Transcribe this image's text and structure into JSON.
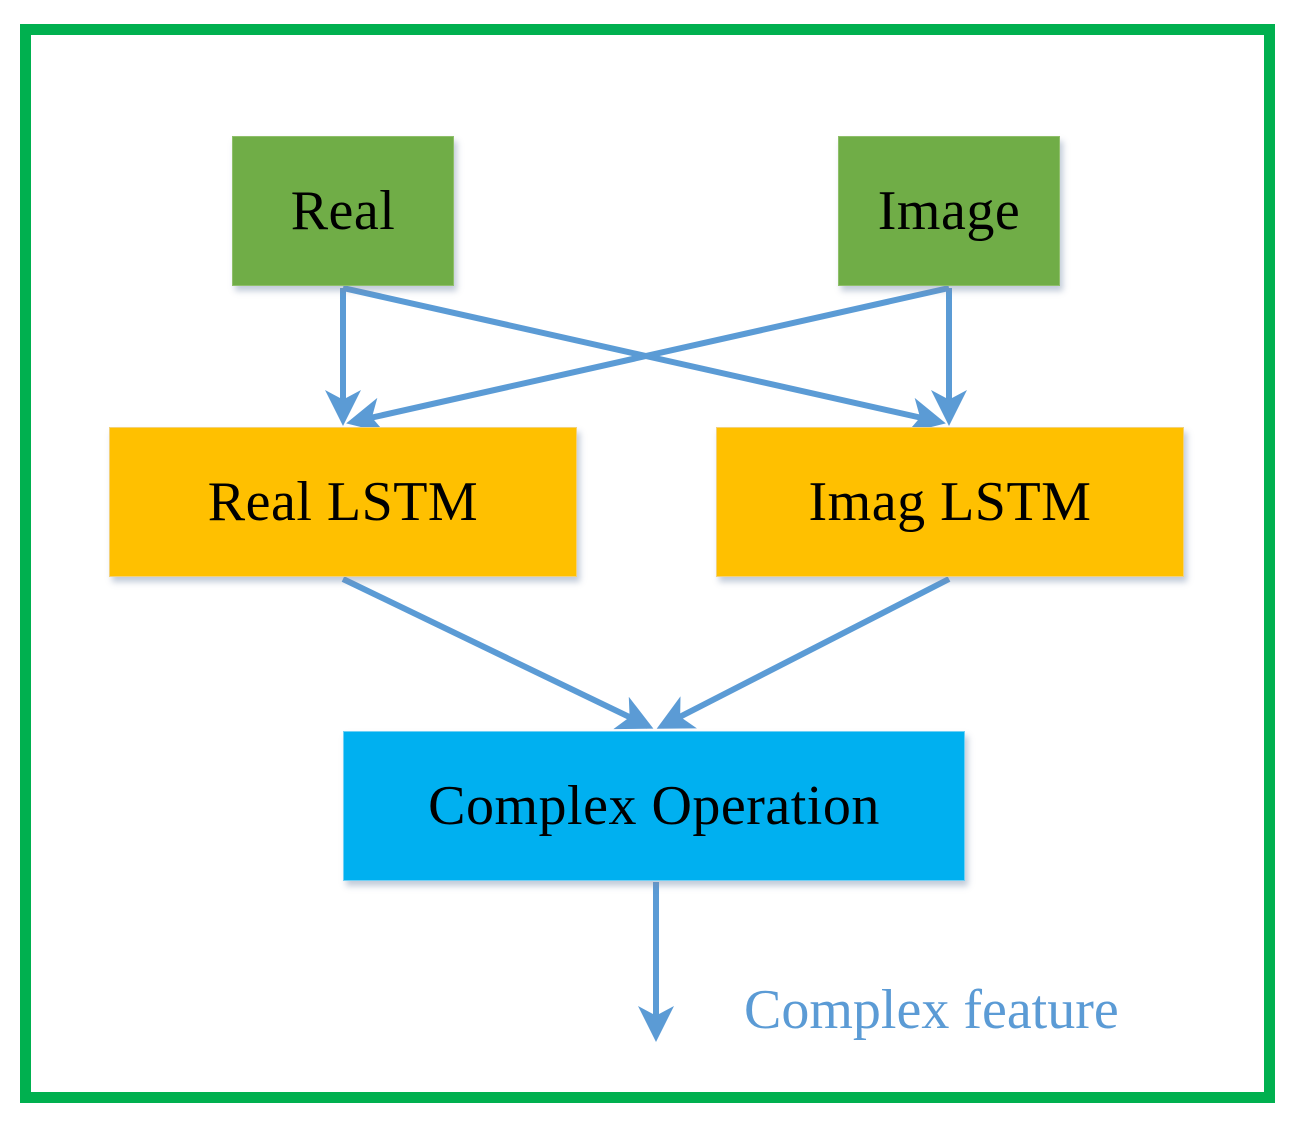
{
  "diagram": {
    "nodes": {
      "real": "Real",
      "image": "Image",
      "real_lstm": "Real LSTM",
      "imag_lstm": "Imag LSTM",
      "complex_operation": "Complex Operation"
    },
    "output_label": "Complex feature",
    "edges": [
      {
        "from": "real",
        "to": "real_lstm"
      },
      {
        "from": "real",
        "to": "imag_lstm"
      },
      {
        "from": "image",
        "to": "real_lstm"
      },
      {
        "from": "image",
        "to": "imag_lstm"
      },
      {
        "from": "real_lstm",
        "to": "complex_operation"
      },
      {
        "from": "imag_lstm",
        "to": "complex_operation"
      },
      {
        "from": "complex_operation",
        "to": "output"
      }
    ],
    "colors": {
      "frame": "#00b04f",
      "input_node": "#70ad47",
      "lstm_node": "#ffc000",
      "operation_node": "#00b0f0",
      "arrow": "#5b9bd5",
      "output_label": "#5b9bd5"
    }
  }
}
